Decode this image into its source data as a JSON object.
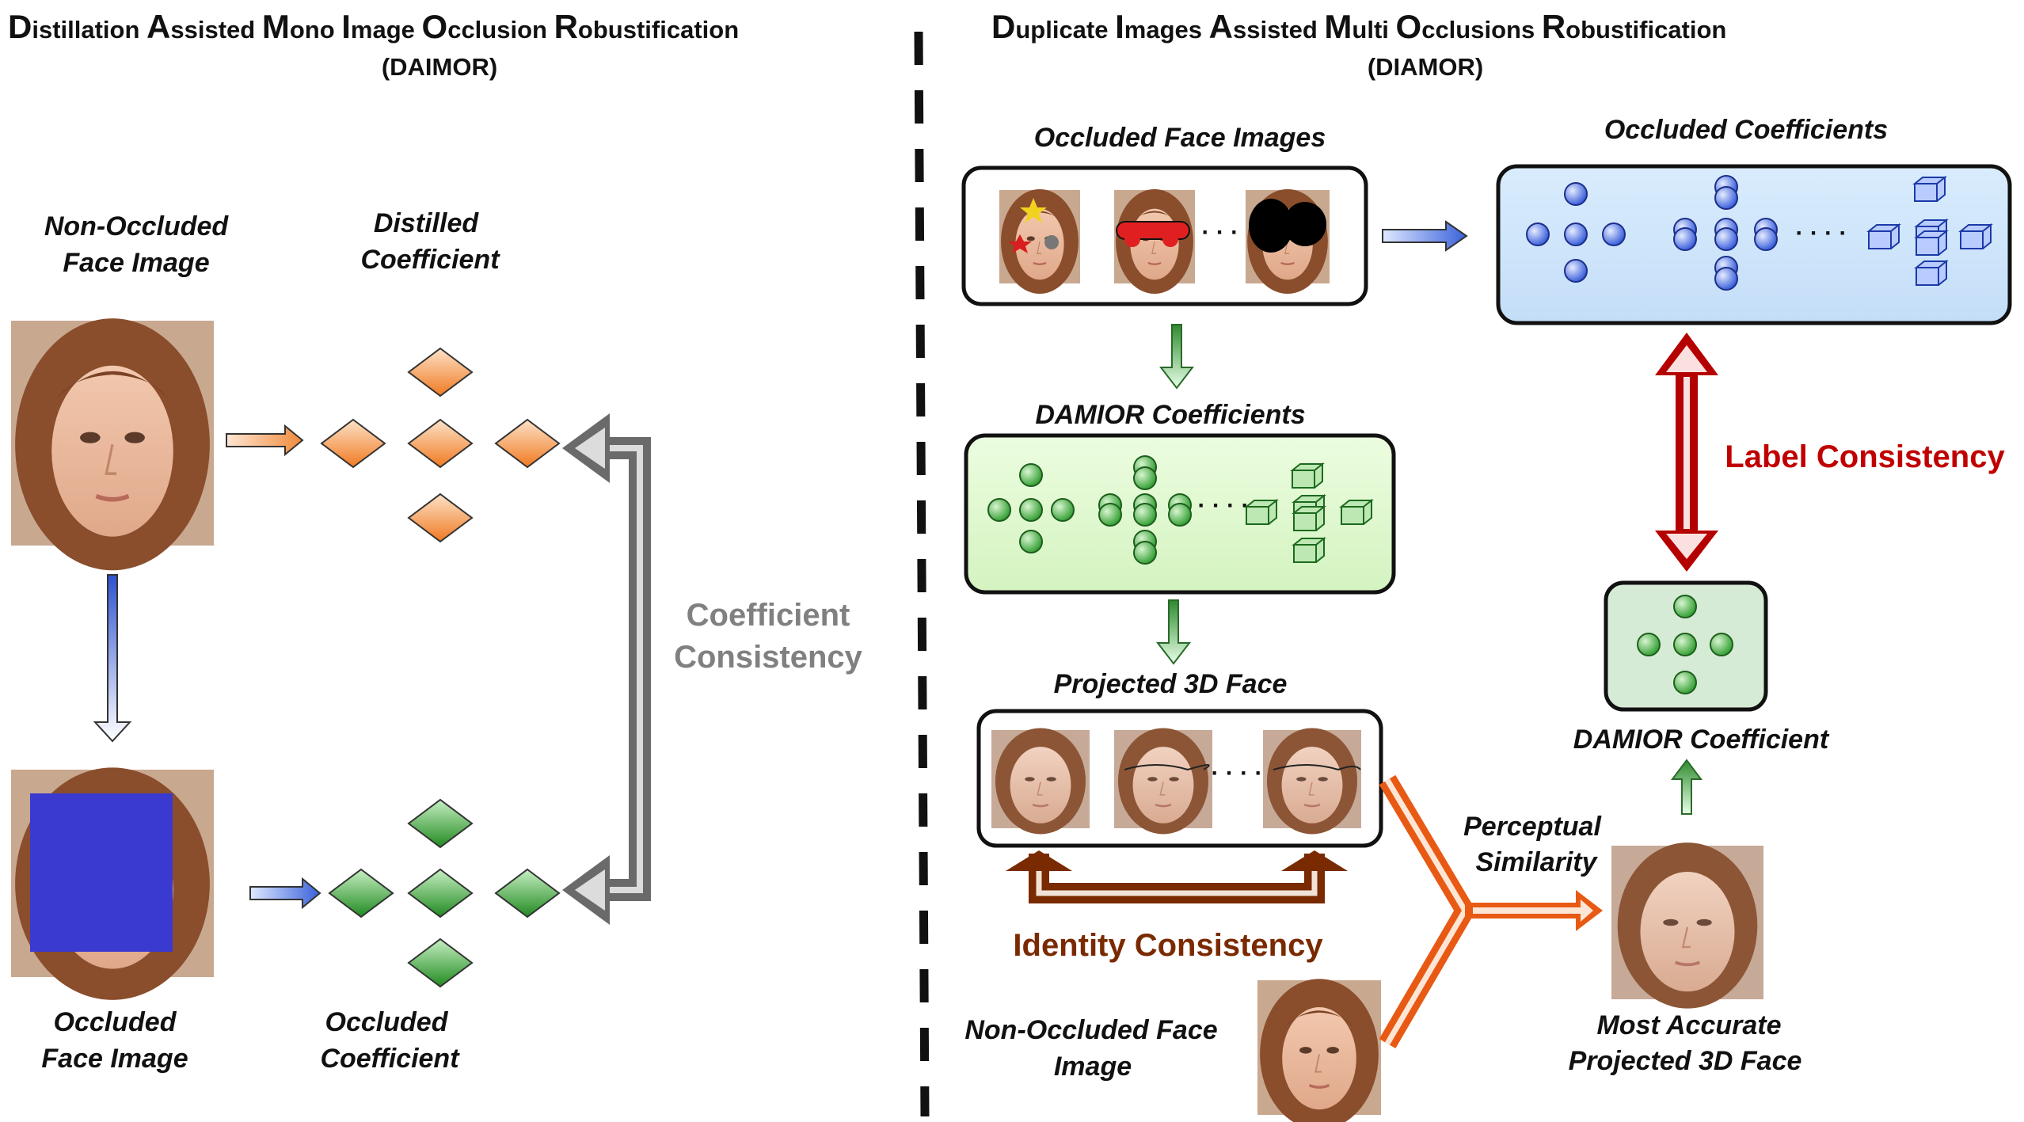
{
  "left": {
    "title_segments": [
      {
        "big": "D",
        "rest": "istillation "
      },
      {
        "big": "A",
        "rest": "ssisted "
      },
      {
        "big": "M",
        "rest": "ono "
      },
      {
        "big": "I",
        "rest": "mage "
      },
      {
        "big": "O",
        "rest": "cclusion "
      },
      {
        "big": "R",
        "rest": "obustification"
      }
    ],
    "subtitle": "(DAIMOR)",
    "label_nonoccluded": [
      "Non-Occluded",
      "Face Image"
    ],
    "label_distilled": [
      "Distilled",
      "Coefficient"
    ],
    "label_occluded_image": [
      "Occluded",
      "Face Image"
    ],
    "label_occluded_coef": [
      "Occluded",
      "Coefficient"
    ],
    "label_consistency": [
      "Coefficient",
      "Consistency"
    ]
  },
  "right": {
    "title_segments": [
      {
        "big": "D",
        "rest": "uplicate "
      },
      {
        "big": "I",
        "rest": "mages "
      },
      {
        "big": "A",
        "rest": "ssisted "
      },
      {
        "big": "M",
        "rest": "ulti "
      },
      {
        "big": "O",
        "rest": "cclusions "
      },
      {
        "big": "R",
        "rest": "obustification"
      }
    ],
    "subtitle": "(DIAMOR)",
    "label_occluded_images": "Occluded Face Images",
    "label_occluded_coefficients": "Occluded Coefficients",
    "label_damior_coefficients": "DAMIOR Coefficients",
    "label_projected_face": "Projected 3D Face",
    "label_label_consistency": "Label Consistency",
    "label_identity_consistency": "Identity Consistency",
    "label_perceptual": [
      "Perceptual",
      "Similarity"
    ],
    "label_damior_coefficient": "DAMIOR Coefficient",
    "label_nonoccluded": [
      "Non-Occluded Face",
      "Image"
    ],
    "label_most_accurate": [
      "Most Accurate",
      "Projected 3D Face"
    ],
    "ellipsis": "· · · ·"
  },
  "colors": {
    "orange_coef": "#f5893a",
    "green_coef": "#2f9a2f",
    "blue_coef": "#2a4fd6",
    "occluder_blue": "#3a3ad0",
    "gray_arrow": "#7a7a7a",
    "label_red": "#c00000",
    "identity_brown": "#7a2a00",
    "perceptual_orange": "#e85a14",
    "blue_box_fill": "#cfe6fb",
    "green_box_fill": "#e2f8d0",
    "dark_green_box_fill": "#d6ebd6"
  },
  "icons": {
    "face_photo": "face-photo-icon",
    "rendered_face": "rendered-face-icon",
    "diamond": "diamond-coefficient-icon",
    "sphere": "sphere-coefficient-icon",
    "cube": "cube-coefficient-icon",
    "arrow": "arrow-icon"
  }
}
